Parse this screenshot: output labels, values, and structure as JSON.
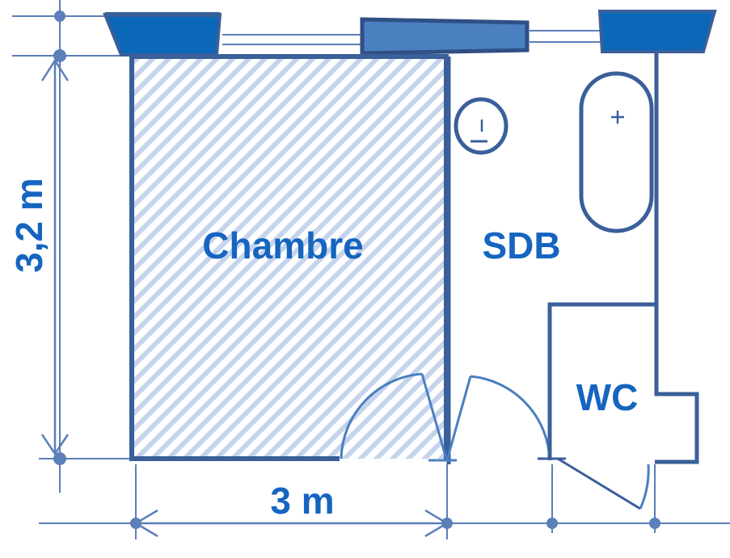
{
  "rooms": {
    "chambre": "Chambre",
    "sdb": "SDB",
    "wc": "WC"
  },
  "dimensions": {
    "width": "3 m",
    "height": "3,2 m"
  },
  "colors": {
    "wall": "#3a5f9a",
    "label": "#1565c0",
    "window_fill": "#0b68b8",
    "window_fill_light": "#4a7fc0",
    "hatch": "#c6d3ec"
  }
}
